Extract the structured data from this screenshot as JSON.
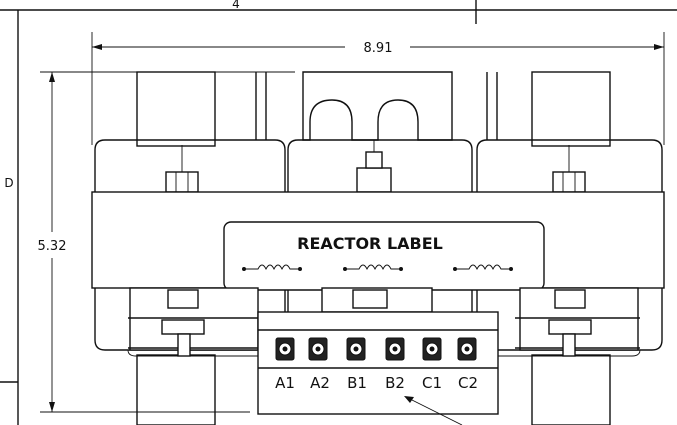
{
  "drawing": {
    "zone_top_label": "4",
    "zone_left_label": "D",
    "dim_width": "8.91",
    "dim_height": "5.32",
    "label_text": "REACTOR LABEL",
    "terminals": [
      "A1",
      "A2",
      "B1",
      "B2",
      "C1",
      "C2"
    ],
    "coil_marks": [
      "coil-a-symbol",
      "coil-b-symbol",
      "coil-c-symbol"
    ]
  }
}
